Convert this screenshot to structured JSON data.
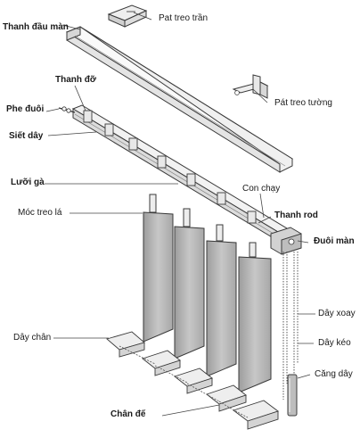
{
  "labels": {
    "pat_treo_tran": "Pat treo trần",
    "thanh_dau_man": "Thanh đầu màn",
    "thanh_do": "Thanh đỡ",
    "pat_treo_tuong": "Pát treo tường",
    "phe_duoi": "Phe đuôi",
    "siet_day": "Siết dây",
    "luoi_ga": "Lưỡi gà",
    "con_chay": "Con chạy",
    "moc_treo_la": "Móc treo lá",
    "thanh_rod": "Thanh rod",
    "duoi_man": "Đuôi màn",
    "day_xoay": "Dây xoay",
    "day_keo": "Dây kéo",
    "day_chan": "Dây chân",
    "chan_de": "Chân đế",
    "cang_day": "Căng dây"
  },
  "colors": {
    "line": "#3a3a3a",
    "rail_fill": "#f4f4f4",
    "slat_fill": "#bcbcbc",
    "bracket_fill": "#e6e6e6"
  }
}
